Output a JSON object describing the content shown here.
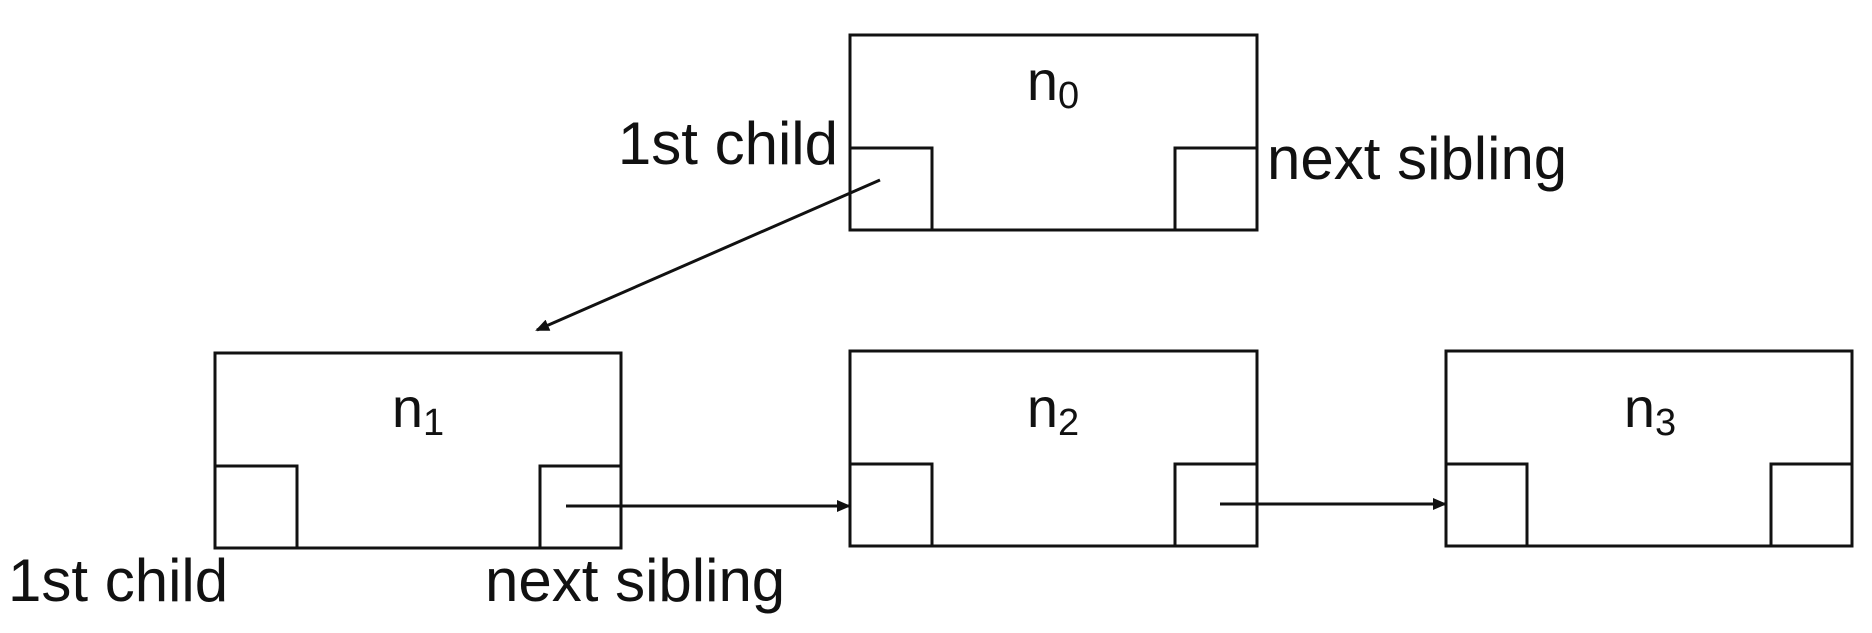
{
  "colors": {
    "stroke": "#111111",
    "background": "#ffffff"
  },
  "nodes": [
    {
      "name": "n",
      "subscript": "0"
    },
    {
      "name": "n",
      "subscript": "1"
    },
    {
      "name": "n",
      "subscript": "2"
    },
    {
      "name": "n",
      "subscript": "3"
    }
  ],
  "labels": {
    "top_first_child": "1st child",
    "top_next_sibling": "next sibling",
    "bottom_first_child": "1st child",
    "bottom_next_sibling": "next sibling"
  }
}
